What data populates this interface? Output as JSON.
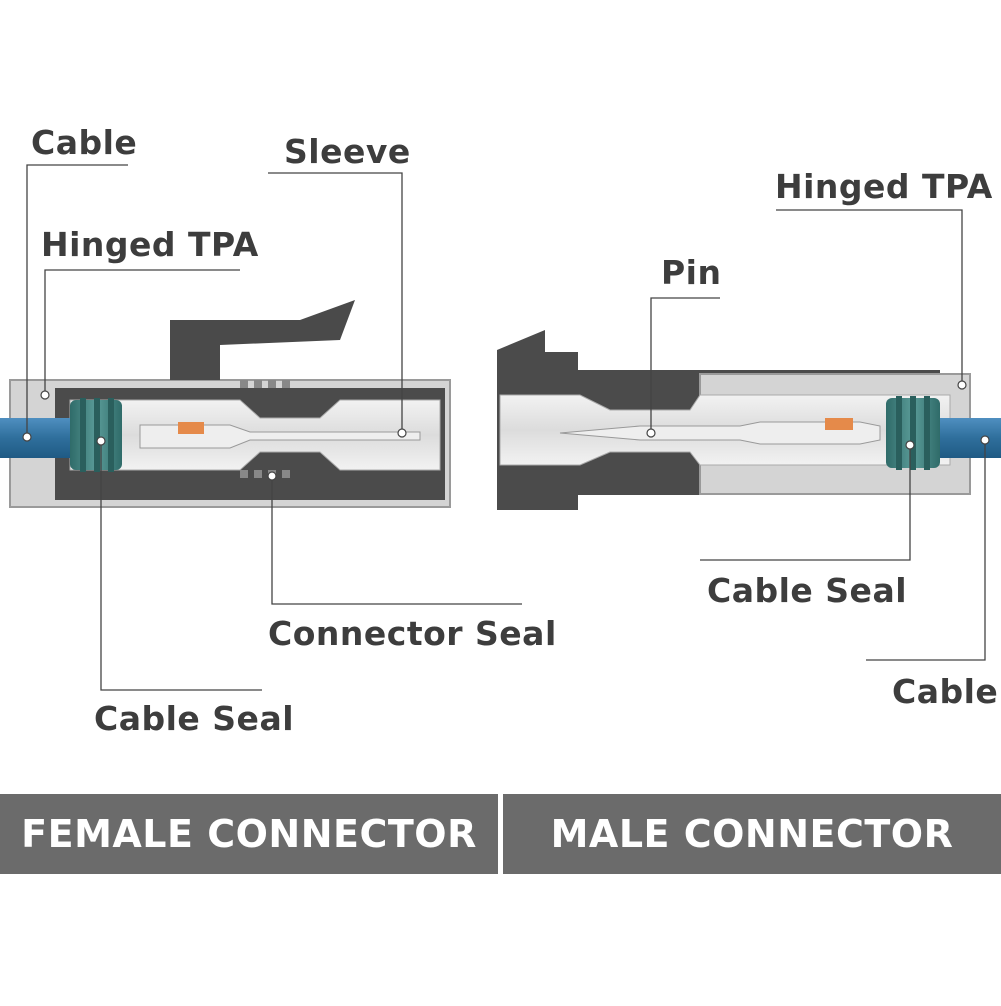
{
  "colors": {
    "cable": "#2f6f9c",
    "housing_dark": "#4a4a4a",
    "housing_light": "#d9d9d9",
    "seal": "#3f7f7d",
    "latch": "#e58a4a",
    "banner": "#6b6b6b",
    "text": "#3d3d3d"
  },
  "female": {
    "labels": {
      "cable": "Cable",
      "hinged_tpa": "Hinged TPA",
      "sleeve": "Sleeve",
      "connector_seal": "Connector Seal",
      "cable_seal": "Cable Seal"
    },
    "banner": "FEMALE CONNECTOR"
  },
  "male": {
    "labels": {
      "hinged_tpa": "Hinged TPA",
      "pin": "Pin",
      "cable_seal": "Cable Seal",
      "cable": "Cable"
    },
    "banner": "MALE CONNECTOR"
  }
}
